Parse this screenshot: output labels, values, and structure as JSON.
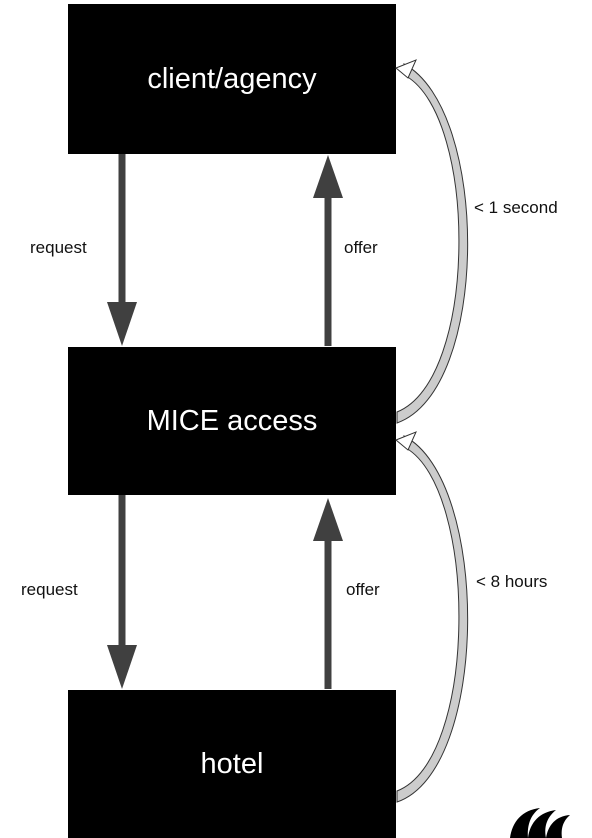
{
  "nodes": {
    "client": "client/agency",
    "mice": "MICE access",
    "hotel": "hotel"
  },
  "edges": {
    "client_to_mice": "request",
    "mice_to_client": "offer",
    "mice_to_hotel": "request",
    "hotel_to_mice": "offer"
  },
  "timings": {
    "top": "< 1 second",
    "bottom": "< 8 hours"
  },
  "colors": {
    "box": "#000000",
    "arrow": "#404040",
    "curve_fill": "#cccccc"
  }
}
